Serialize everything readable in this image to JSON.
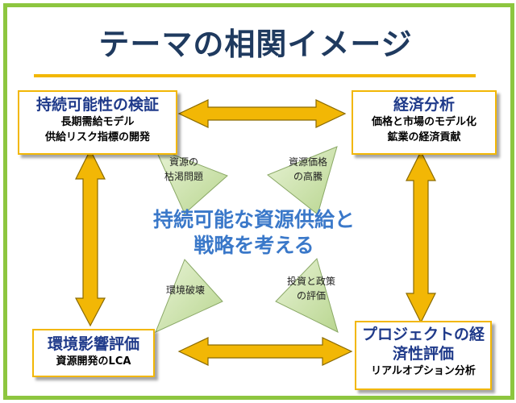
{
  "title": "テーマの相関イメージ",
  "boxes": {
    "top_left": {
      "heading": "持続可能性の検証",
      "lines": [
        "長期需給モデル",
        "供給リスク指標の開発"
      ]
    },
    "top_right": {
      "heading": "経済分析",
      "lines": [
        "価格と市場のモデル化",
        "鉱業の経済貢献"
      ]
    },
    "bottom_left": {
      "heading": "環境影響評価",
      "lines": [
        "資源開発のLCA"
      ]
    },
    "bottom_right": {
      "heading_line1": "プロジェクトの経",
      "heading_line2": "済性評価",
      "lines": [
        "リアルオプション分析"
      ]
    }
  },
  "center": {
    "line1": "持続可能な資源供給と",
    "line2": "戦略を考える"
  },
  "triangles": {
    "top_left": [
      "資源の",
      "枯渇問題"
    ],
    "top_right": [
      "資源価格",
      "の高騰"
    ],
    "bottom_left": [
      "環境破壊"
    ],
    "bottom_right": [
      "投資と政策",
      "の評価"
    ]
  },
  "colors": {
    "frame": "#8dc63f",
    "arrow": "#f2b705",
    "arrow_outline": "#8a6a00",
    "heading": "#1f3a8a",
    "center_text": "#3a78c9",
    "triangle": "#d5e8b5"
  }
}
